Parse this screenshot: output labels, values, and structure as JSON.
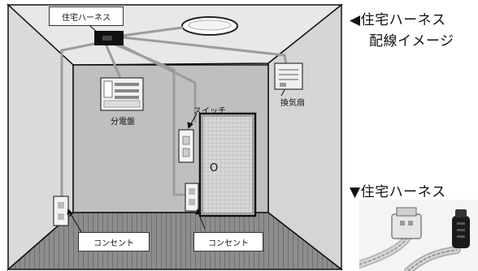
{
  "labels": {
    "harness_box": "住宅ハーネス",
    "distribution_board": "分電盤",
    "switch": "スイッチ",
    "fan": "換気扇",
    "outlet_left": "コンセント",
    "outlet_right": "コンセント",
    "door_mark": "O"
  },
  "captions": {
    "line1": "◀住宅ハーネス",
    "line2": "配線イメージ",
    "photo_title": "▼住宅ハーネス"
  },
  "colors": {
    "room_outline": "#111111",
    "ceiling": "#e6e6e6",
    "back_wall": "#bdbdbd",
    "side_wall": "#d7d7d7",
    "floor": "#8a8a8a",
    "cable": "#9a9a9a"
  }
}
